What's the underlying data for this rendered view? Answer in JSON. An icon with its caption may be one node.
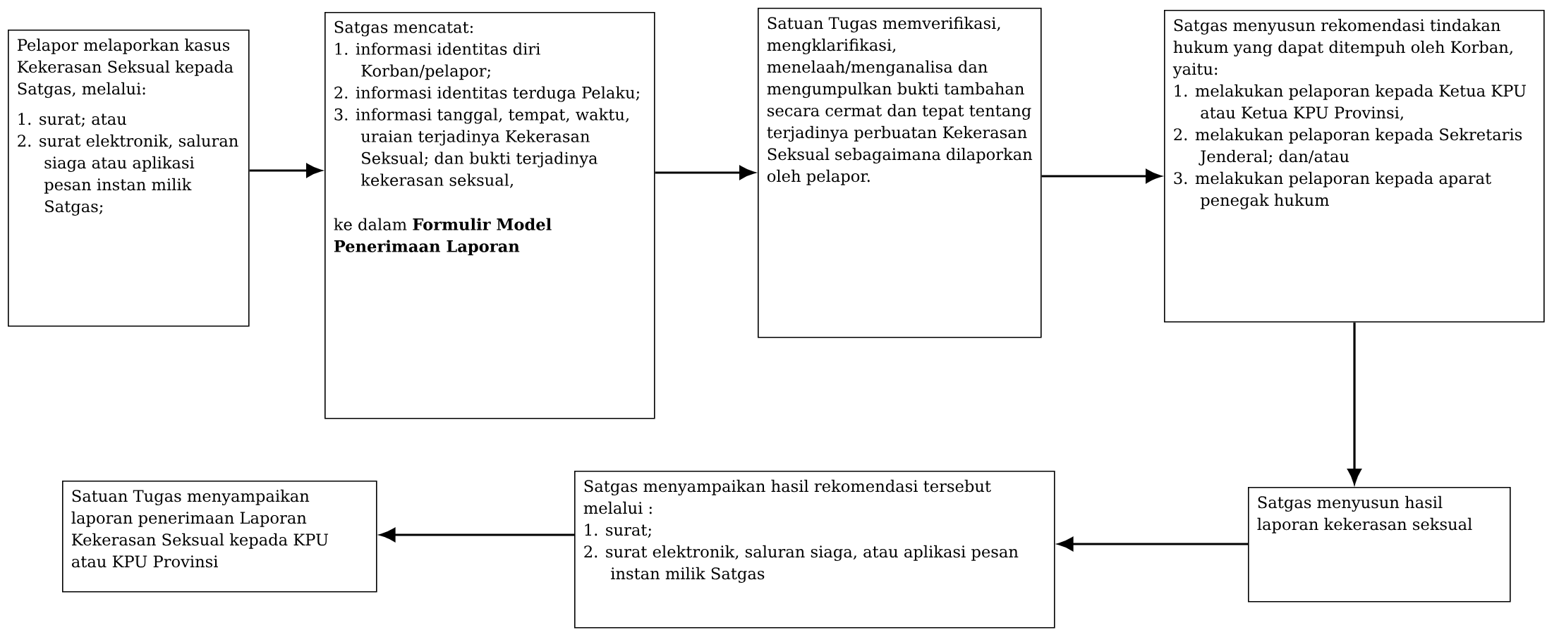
{
  "diagram": {
    "nodes": [
      {
        "text": [
          "Pelapor melaporkan kasus Kekerasan Seksual kepada Satgas, melalui:",
          "1. surat; atau",
          "2. surat elektronik, saluran siaga atau aplikasi pesan instan milik Satgas;"
        ]
      },
      {
        "text": [
          "Satgas mencatat:",
          "1. informasi identitas diri Korban/pelapor;",
          "2. informasi identitas terduga Pelaku;",
          "3. informasi tanggal, tempat, waktu, uraian terjadinya Kekerasan Seksual; dan bukti terjadinya kekerasan seksual,",
          "ke dalam **Formulir Model Penerimaan Laporan**"
        ]
      },
      {
        "text": [
          "Satuan Tugas memverifikasi, mengklarifikasi, menelaah/menganalisa dan mengumpulkan bukti tambahan secara cermat dan tepat tentang terjadinya perbuatan Kekerasan Seksual sebagaimana dilaporkan oleh pelapor."
        ]
      },
      {
        "text": [
          "Satgas menyusun rekomendasi tindakan hukum yang dapat ditempuh oleh Korban, yaitu:",
          "1. melakukan pelaporan kepada Ketua KPU atau Ketua KPU Provinsi,",
          "2. melakukan pelaporan kepada Sekretaris Jenderal; dan/atau",
          "3. melakukan pelaporan kepada aparat penegak hukum"
        ]
      },
      {
        "text": [
          "Satgas menyusun hasil laporan kekerasan seksual"
        ]
      },
      {
        "text": [
          "Satgas menyampaikan hasil rekomendasi tersebut melalui :",
          "1. surat;",
          "2. surat elektronik, saluran siaga, atau aplikasi pesan instan milik Satgas"
        ]
      },
      {
        "text": [
          "Satuan Tugas menyampaikan laporan penerimaan Laporan Kekerasan Seksual kepada KPU atau KPU Provinsi"
        ]
      }
    ],
    "edges": [
      {
        "from": 0,
        "to": 1,
        "arrow": "to"
      },
      {
        "from": 1,
        "to": 2,
        "arrow": "to"
      },
      {
        "from": 2,
        "to": 3,
        "arrow": "to"
      },
      {
        "from": 3,
        "to": 4,
        "arrow": "to"
      },
      {
        "from": 4,
        "to": 5,
        "arrow": "to"
      },
      {
        "from": 5,
        "to": 6,
        "arrow": "to"
      }
    ]
  }
}
